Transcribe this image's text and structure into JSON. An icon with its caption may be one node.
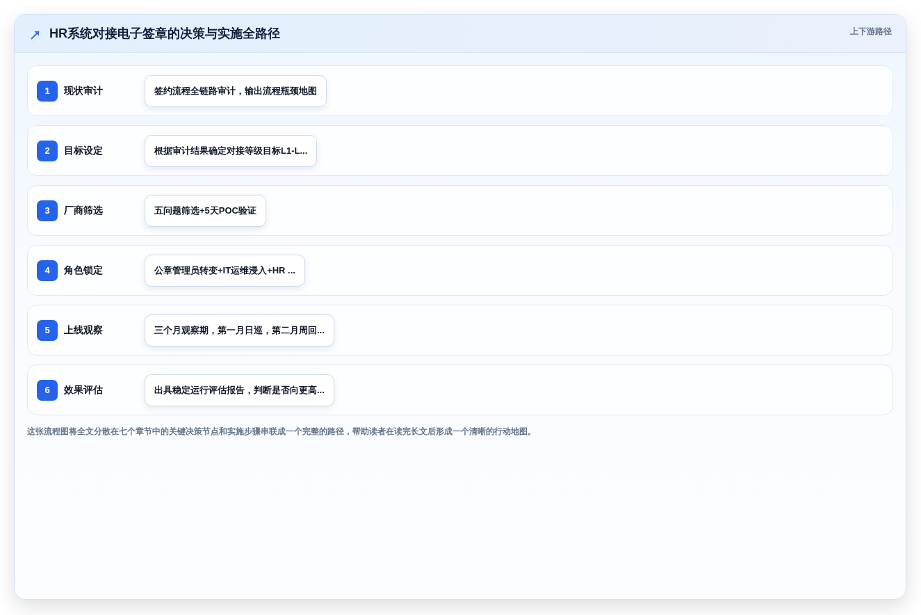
{
  "diagram": {
    "title": "HR系统对接电子签章的决策与实施全路径",
    "nodes": [
      {
        "text": [
          "现状审计"
        ]
      },
      {
        "text": [
          "1"
        ],
        "in": 0
      },
      {
        "text": [
          "签约流程全链路审计，输出流程瓶颈地图"
        ],
        "in": 0
      },
      {
        "text": [
          "目标设定"
        ]
      },
      {
        "text": [
          "2"
        ],
        "in": 3
      },
      {
        "text": [
          "根据审计结果确定对接等级目标L1-L..."
        ],
        "in": 3
      },
      {
        "text": [
          "厂商筛选"
        ]
      },
      {
        "text": [
          "3"
        ],
        "in": 6
      },
      {
        "text": [
          "五问题筛选+5天POC验证"
        ],
        "in": 6
      },
      {
        "text": [
          "角色锁定"
        ]
      },
      {
        "text": [
          "4"
        ],
        "in": 9
      },
      {
        "text": [
          "公章管理员转变+IT运维浸入+HR ..."
        ],
        "in": 9
      },
      {
        "text": [
          "上线观察"
        ]
      },
      {
        "text": [
          "5"
        ],
        "in": 12
      },
      {
        "text": [
          "三个月观察期，第一月日巡，第二月周回..."
        ],
        "in": 12
      },
      {
        "text": [
          "效果评估"
        ]
      },
      {
        "text": [
          "6"
        ],
        "in": 15
      },
      {
        "text": [
          "出具稳定运行评估报告，判断是否向更高..."
        ],
        "in": 15
      }
    ],
    "labels": [
      "上下游路径"
    ],
    "caption": "这张流程图将全文分散在七个章节中的关键决策节点和实施步骤串联成一个完整的路径，帮助读者在读完长文后形成一个清晰的行动地图。"
  }
}
